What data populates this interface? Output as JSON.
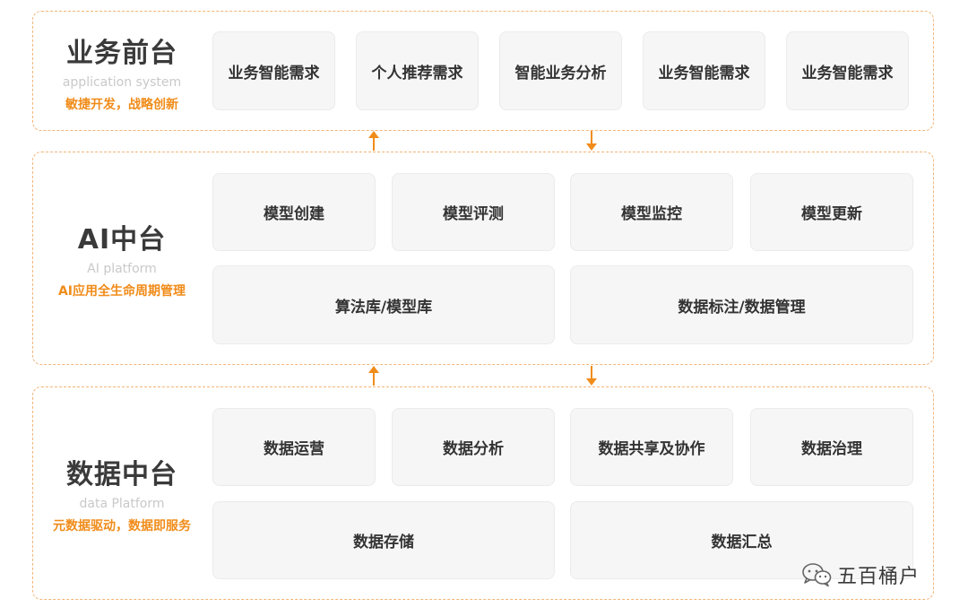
{
  "layers": [
    {
      "title": "业务前台",
      "subtitle": "application system",
      "slogan": "敏捷开发，战略创新",
      "boxes": [
        "业务智能需求",
        "个人推荐需求",
        "智能业务分析",
        "业务智能需求",
        "业务智能需求"
      ]
    },
    {
      "title": "AI中台",
      "subtitle": "AI platform",
      "slogan": "AI应用全生命周期管理",
      "boxes": [
        "模型创建",
        "模型评测",
        "模型监控",
        "模型更新",
        "算法库/模型库",
        "数据标注/数据管理"
      ]
    },
    {
      "title": "数据中台",
      "subtitle": "data Platform",
      "slogan": "元数据驱动，数据即服务",
      "boxes": [
        "数据运营",
        "数据分析",
        "数据共享及协作",
        "数据治理",
        "数据存储",
        "数据汇总"
      ]
    }
  ],
  "watermark": {
    "icon": "wechat-icon",
    "text": "五百桶户"
  },
  "colors": {
    "accent": "#f08c1a",
    "dashed_border": "#f4b477",
    "box_bg": "#f6f6f6",
    "title": "#3a3a3a",
    "subtitle": "#c9c9c9"
  }
}
